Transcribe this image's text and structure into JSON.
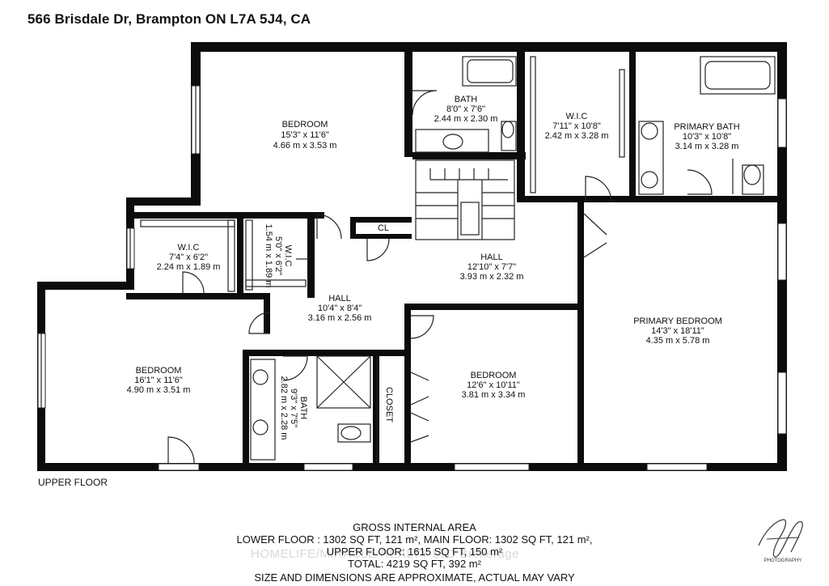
{
  "address": "566 Brisdale Dr, Brampton ON L7A 5J4, CA",
  "floor_label": "UPPER FLOOR",
  "rooms": [
    {
      "id": "bedroom-top",
      "name": "BEDROOM",
      "imperial": "15'3\" x 11'6\"",
      "metric": "4.66 m x 3.53 m"
    },
    {
      "id": "bath-top",
      "name": "BATH",
      "imperial": "8'0\" x 7'6\"",
      "metric": "2.44 m x 2.30 m"
    },
    {
      "id": "wic-top",
      "name": "W.I.C",
      "imperial": "7'11\" x 10'8\"",
      "metric": "2.42 m x 3.28 m"
    },
    {
      "id": "primary-bath",
      "name": "PRIMARY BATH",
      "imperial": "10'3\" x 10'8\"",
      "metric": "3.14 m x 3.28 m"
    },
    {
      "id": "cl",
      "name": "CL"
    },
    {
      "id": "wic-left",
      "name": "W.I.C",
      "imperial": "7'4\" x 6'2\"",
      "metric": "2.24 m x 1.89 m"
    },
    {
      "id": "wic-small",
      "name": "W.I.C",
      "imperial": "5'0\" x 6'2\"",
      "metric": "1.54 m x 1.89 m"
    },
    {
      "id": "hall-upper",
      "name": "HALL",
      "imperial": "12'10\" x 7'7\"",
      "metric": "3.93 m x 2.32 m"
    },
    {
      "id": "hall-lower",
      "name": "HALL",
      "imperial": "10'4\" x 8'4\"",
      "metric": "3.16 m x 2.56 m"
    },
    {
      "id": "primary-bedroom",
      "name": "PRIMARY BEDROOM",
      "imperial": "14'3\" x 18'11\"",
      "metric": "4.35 m x 5.78 m"
    },
    {
      "id": "bedroom-left",
      "name": "BEDROOM",
      "imperial": "16'1\" x 11'6\"",
      "metric": "4.90 m x 3.51 m"
    },
    {
      "id": "bath-bottom",
      "name": "BATH",
      "imperial": "9'3\" x 7'5\"",
      "metric": "2.82 m x 2.28 m"
    },
    {
      "id": "closet",
      "name": "CLOSET"
    },
    {
      "id": "bedroom-mid",
      "name": "BEDROOM",
      "imperial": "12'6\" x 10'11\"",
      "metric": "3.81 m x 3.34 m"
    }
  ],
  "footer": {
    "title": "GROSS INTERNAL AREA",
    "line1": "LOWER FLOOR : 1302 SQ FT, 121 m², MAIN FLOOR: 1302 SQ FT, 121 m²,",
    "line2": "UPPER FLOOR: 1615 SQ FT, 150 m²",
    "line3": "TOTAL: 4219 SQ FT, 392 m²",
    "disclaimer": "SIZE AND DIMENSIONS ARE APPROXIMATE, ACTUAL MAY VARY"
  },
  "watermark": "HOMELIFE/MIRACLE REALTY LTD Brokerage",
  "logo_caption": "PHOTOGRAPHY"
}
